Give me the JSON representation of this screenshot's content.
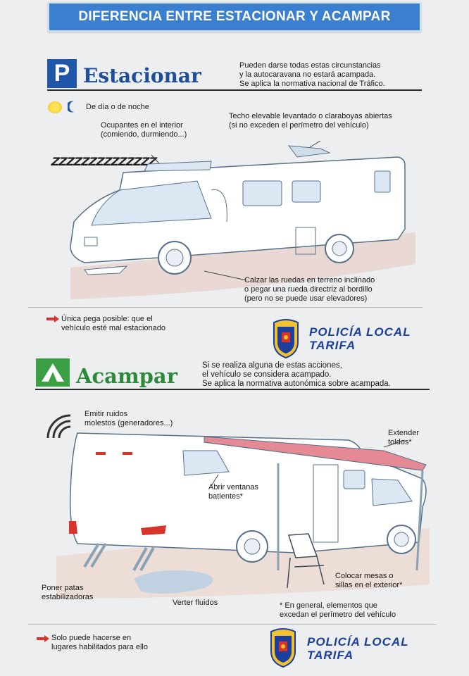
{
  "header": {
    "title": "DIFERENCIA ENTRE ESTACIONAR Y ACAMPAR"
  },
  "estacionar": {
    "sign_letter": "P",
    "title": "Estacionar",
    "intro": [
      "Pueden darse todas estas circunstancias",
      "y la autocaravana no estará acampada.",
      "Se aplica la normativa nacional de Tráfico."
    ],
    "day_night": "De día o de noche",
    "occupants": [
      "Ocupantes en el interior",
      "(comiendo, durmiendo...)"
    ],
    "roof": [
      "Techo elevable levantado o claraboyas abiertas",
      "(si no exceden el perímetro del vehículo)"
    ],
    "snore": "ZZZZZZZZZZZZZZ",
    "wheels": [
      "Calzar las ruedas en terreno inclinado",
      "o pegar una rueda directriz al bordillo",
      "(pero no se puede usar elevadores)"
    ],
    "note": [
      "Única pega posible: que el",
      "vehículo esté mal estacionado"
    ]
  },
  "acampar": {
    "title": "Acampar",
    "intro": [
      "Si se realiza alguna de estas acciones,",
      "el vehículo se considera acampado.",
      "Se aplica la normativa autonómica sobre acampada."
    ],
    "noise": [
      "Emitir ruidos",
      "molestos (generadores...)"
    ],
    "awning": [
      "Extender",
      "toldos*"
    ],
    "windows": [
      "Abrir ventanas",
      "batientes*"
    ],
    "legs": [
      "Poner patas",
      "estabilizadoras"
    ],
    "fluids": "Verter fluidos",
    "tables": [
      "Colocar mesas o",
      "sillas en el exterior*"
    ],
    "footnote": [
      "* En general, elementos que",
      "excedan el perímetro del vehículo"
    ],
    "note": [
      "Solo puede hacerse en",
      "lugares habilitados para ello"
    ]
  },
  "police": {
    "line1": "POLICÍA LOCAL",
    "line2": "TARIFA"
  },
  "colors": {
    "title_bar": "#3b7fd1",
    "parking_blue": "#1e56a8",
    "camp_green": "#3aa043",
    "police_blue": "#1d3f9c",
    "arrow_red": "#d9342b"
  }
}
